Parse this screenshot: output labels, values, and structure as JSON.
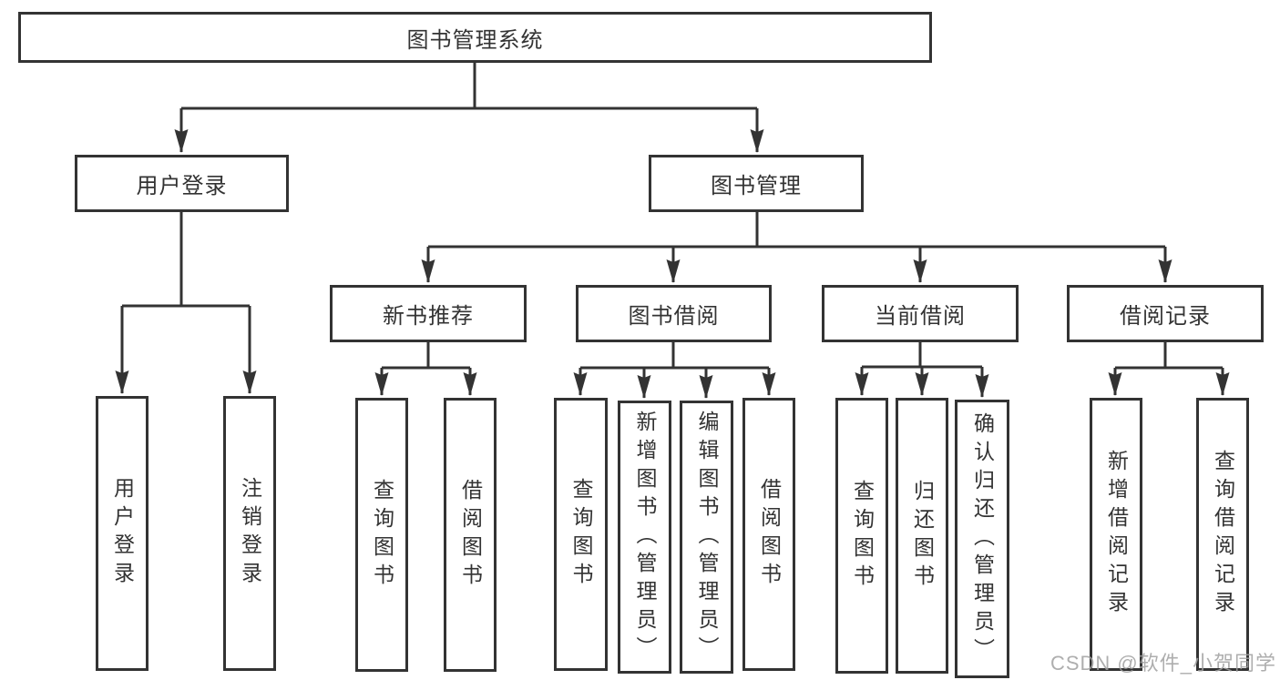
{
  "diagram": {
    "root": {
      "label": "图书管理系统"
    },
    "branches": [
      {
        "label": "用户登录",
        "children": [
          {
            "label": "用户登录"
          },
          {
            "label": "注销登录"
          }
        ]
      },
      {
        "label": "图书管理",
        "children": [
          {
            "label": "新书推荐",
            "children": [
              {
                "label": "查询图书"
              },
              {
                "label": "借阅图书"
              }
            ]
          },
          {
            "label": "图书借阅",
            "children": [
              {
                "label": "查询图书"
              },
              {
                "label": "新增图书（管理员）"
              },
              {
                "label": "编辑图书（管理员）"
              },
              {
                "label": "借阅图书"
              }
            ]
          },
          {
            "label": "当前借阅",
            "children": [
              {
                "label": "查询图书"
              },
              {
                "label": "归还图书"
              },
              {
                "label": "确认归还（管理员）"
              }
            ]
          },
          {
            "label": "借阅记录",
            "children": [
              {
                "label": "新增借阅记录"
              },
              {
                "label": "查询借阅记录"
              }
            ]
          }
        ]
      }
    ]
  },
  "watermark": {
    "text": "CSDN @软件_小贺同学"
  },
  "colors": {
    "line": "#333333",
    "box_border": "#333333",
    "box_fill": "#ffffff",
    "text": "#333333",
    "background": "#ffffff",
    "watermark": "#a0a0a0"
  }
}
